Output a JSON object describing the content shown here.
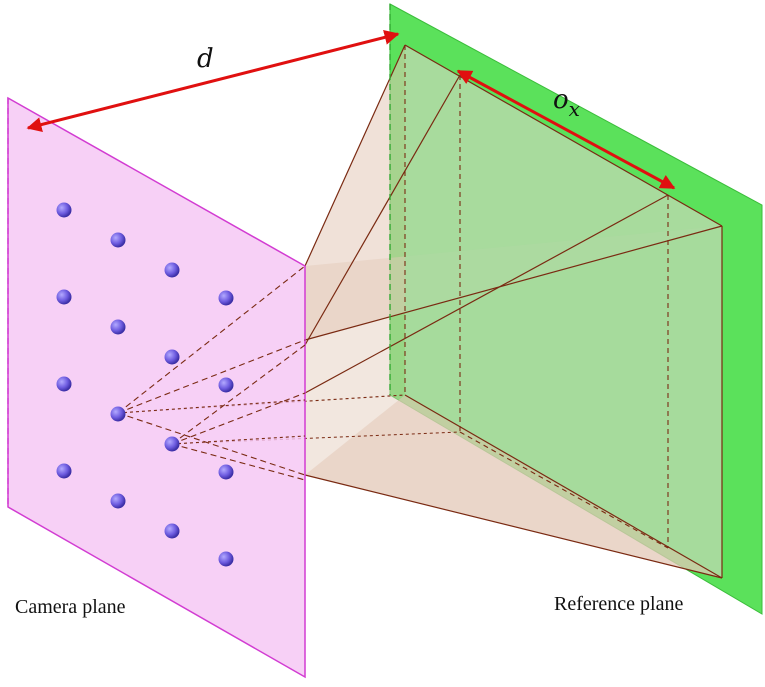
{
  "labels": {
    "camera_plane": "Camera plane",
    "reference_plane": "Reference plane",
    "distance": "d",
    "offset_main": "o",
    "offset_sub": "x"
  },
  "colors": {
    "camera_plane_fill": "#f5c6f4",
    "camera_plane_edge": "#d23cd2",
    "reference_plane_fill": "#5be15b",
    "frustum_fill": "#e3c9b8",
    "frustum_edge": "#7a2a12",
    "camera_dot": "#6e5ce0",
    "arrow": "#e01010"
  },
  "camera_grid": {
    "rows": 4,
    "cols": 4
  }
}
